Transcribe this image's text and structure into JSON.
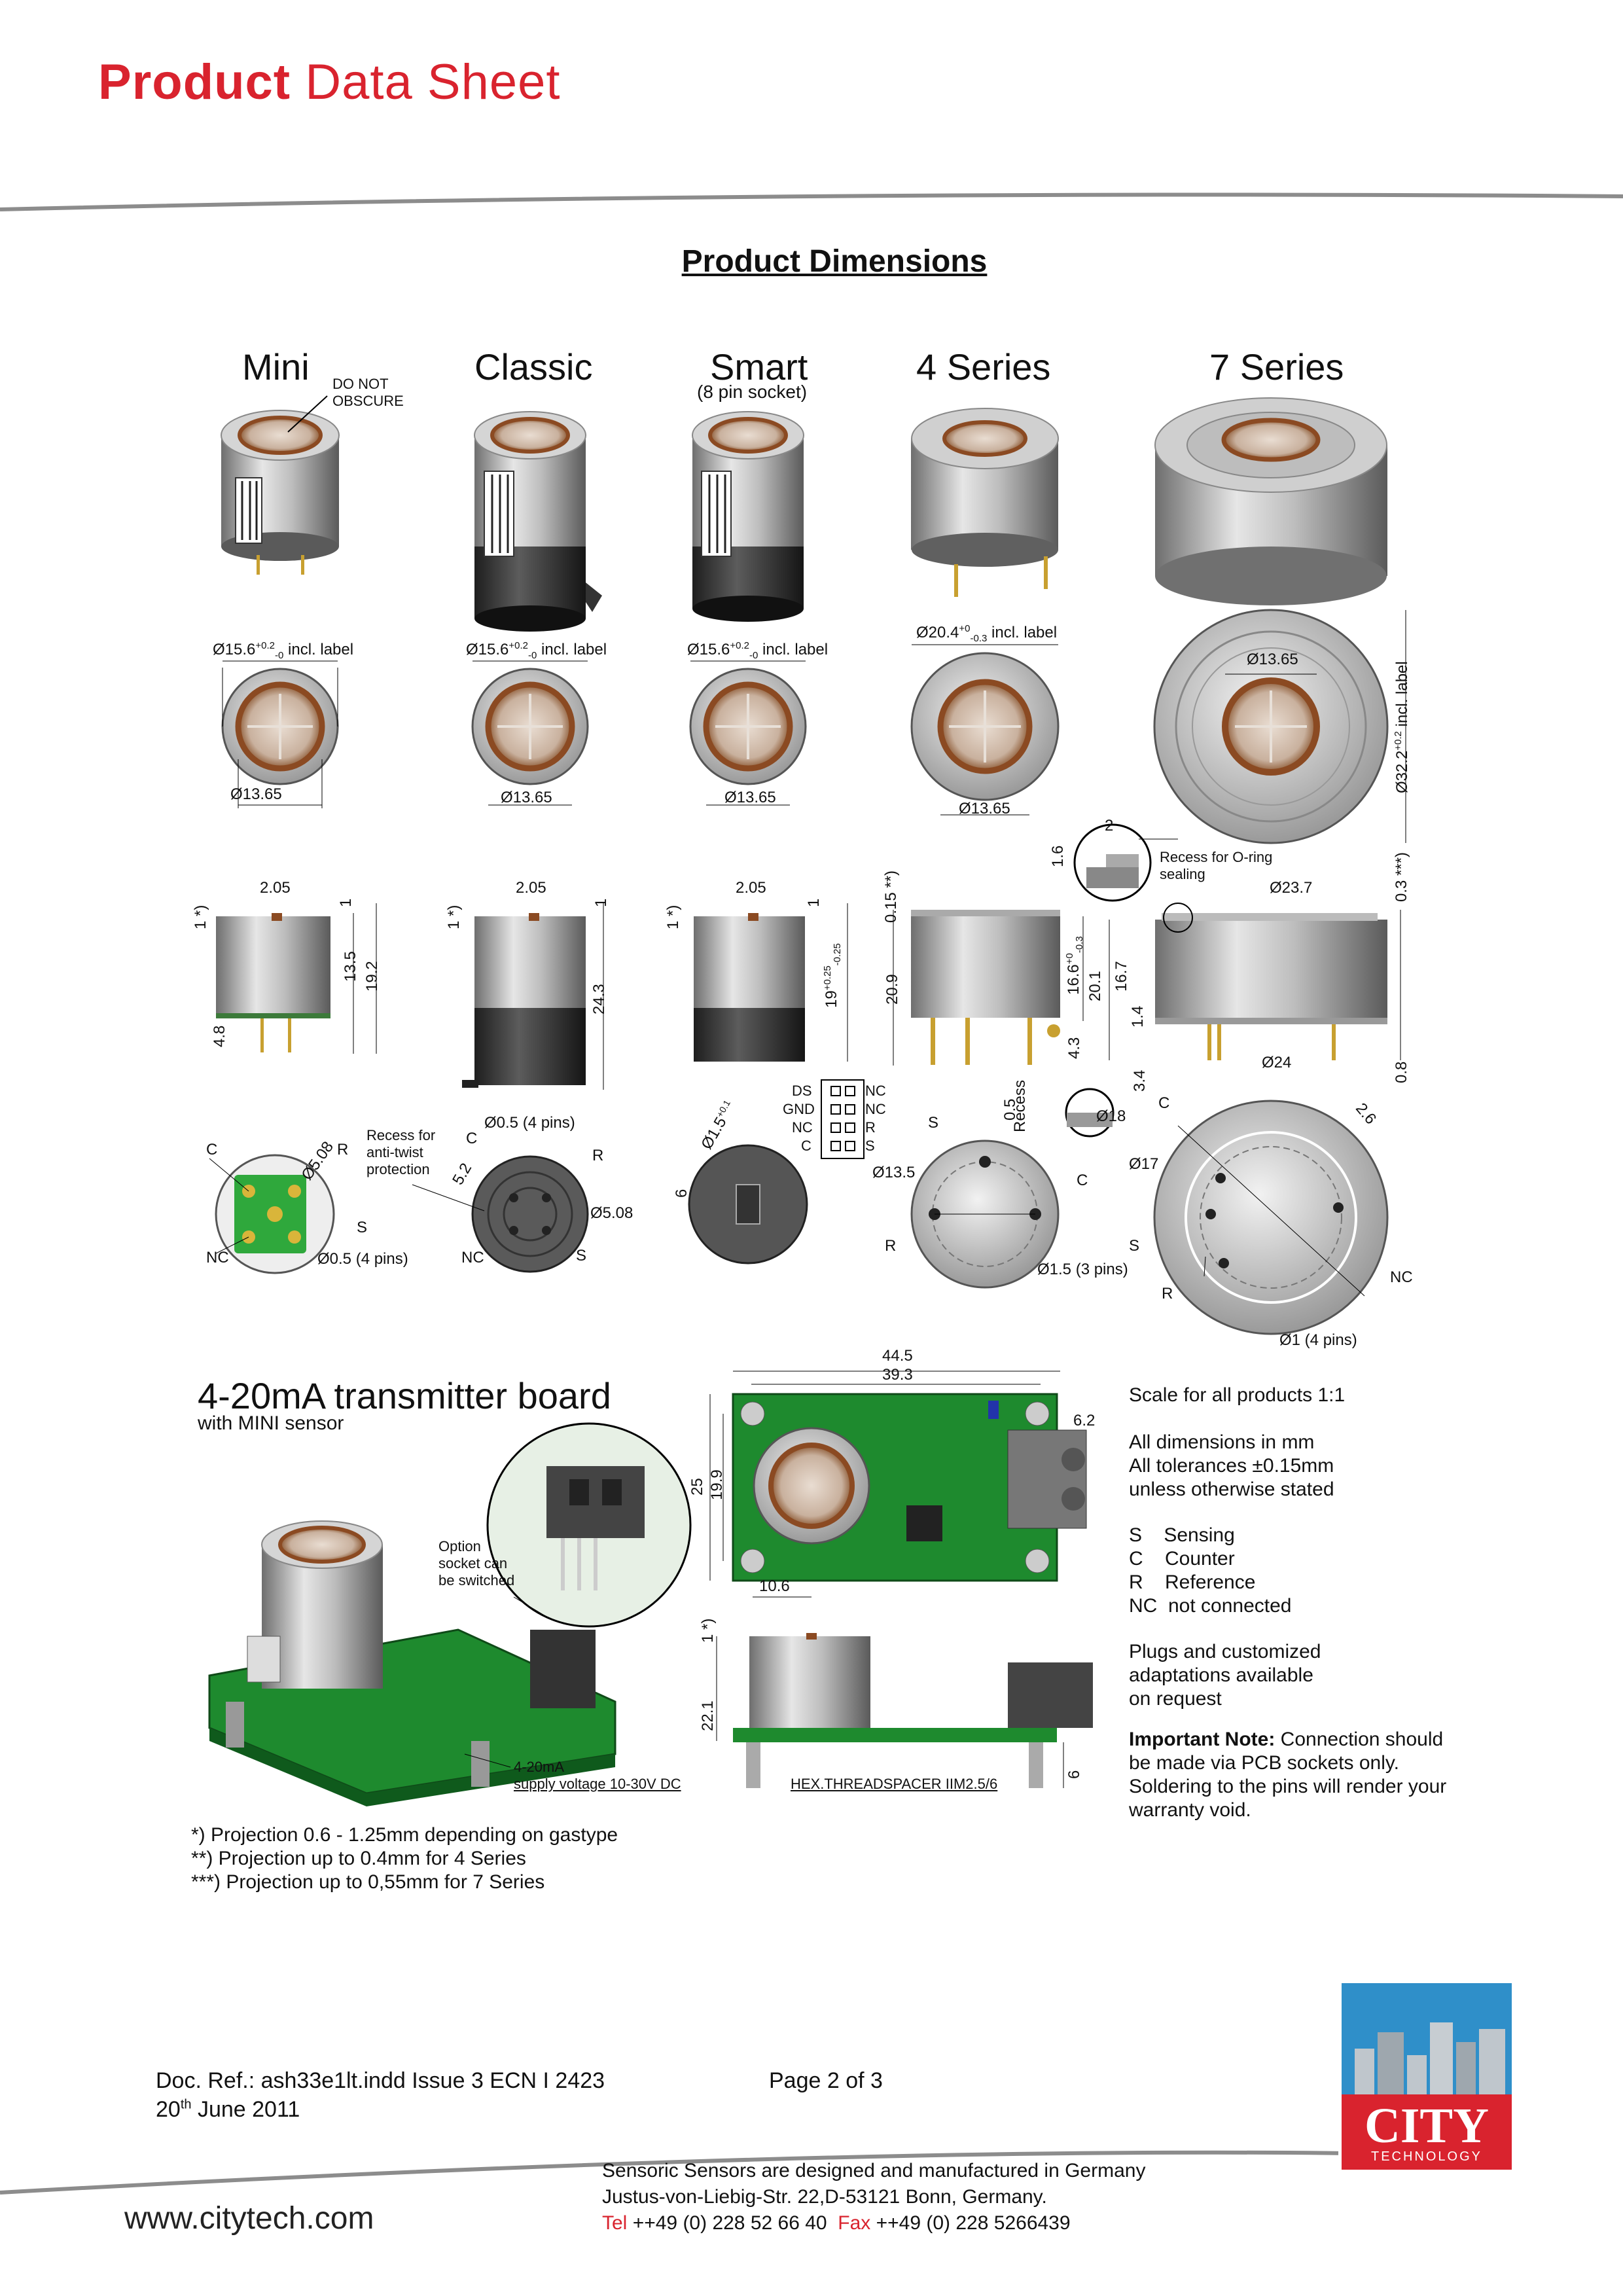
{
  "header": {
    "title_bold": "Product",
    "title_rest": "Data Sheet"
  },
  "section_title": "Product Dimensions",
  "columns": {
    "mini": "Mini",
    "mini_note_1": "DO NOT",
    "mini_note_2": "OBSCURE",
    "classic": "Classic",
    "smart": "Smart",
    "smart_sub": "(8 pin socket)",
    "four": "4 Series",
    "seven": "7 Series"
  },
  "top_view": {
    "d_label": "Ø15.6",
    "d_tol_up": "+0.2",
    "d_tol_dn": "-0",
    "incl": "incl. label",
    "d_inner": "Ø13.65",
    "four_d": "Ø20.4",
    "four_tol_up": "+0",
    "four_tol_dn": "-0.3",
    "seven_inner": "Ø13.65",
    "seven_outer": "Ø32.2",
    "seven_outer_tol": "+0.2",
    "seven_outer_incl": "incl. label"
  },
  "side_view": {
    "w205": "2.05",
    "one_star": "1 *)",
    "one": "1",
    "mini_h1": "13.5",
    "mini_h2": "19.2",
    "mini_pin": "4.8",
    "classic_h": "24.3",
    "smart_h": "19",
    "smart_tol_up": "+0.25",
    "smart_tol_dn": "-0.25",
    "four_top": "0.15 **)",
    "four_h1": "20.9",
    "four_h2": "16.6",
    "four_h2_tol_up": "+0",
    "four_h2_tol_dn": "-0.3",
    "four_pin": "4.3",
    "four_recess": "Recess",
    "four_recess_v": "0.5",
    "recess_w": "2",
    "recess_h": "1.6",
    "recess_note_1": "Recess for O-ring",
    "recess_note_2": "sealing",
    "seven_top": "0.3 ***)",
    "seven_d1": "Ø23.7",
    "seven_h1": "20.1",
    "seven_h2": "16.7",
    "seven_h3": "1.4",
    "seven_h4": "3.4",
    "seven_d2": "Ø24",
    "seven_pin": "0.8"
  },
  "bottom_view": {
    "c": "C",
    "r": "R",
    "s": "S",
    "nc": "NC",
    "mini_d508": "Ø5.08",
    "mini_pins": "Ø0.5 (4 pins)",
    "recess_1": "Recess for",
    "recess_2": "anti-twist",
    "recess_3": "protection",
    "classic_pins": "Ø0.5 (4 pins)",
    "classic_d508": "Ø5.08",
    "classic_52": "5.2",
    "smart_d15": "Ø1.5",
    "smart_d15_tol": "+0.1",
    "smart_6": "6",
    "ds": "DS",
    "gnd": "GND",
    "nc2": "NC",
    "c2": "C",
    "r2": "R",
    "s2": "S",
    "four_d135": "Ø13.5",
    "four_d18": "Ø18",
    "four_pins": "Ø1.5 (3 pins)",
    "seven_d17": "Ø17",
    "seven_26": "2.6",
    "seven_pins": "Ø1 (4 pins)"
  },
  "board": {
    "title": "4-20mA transmitter board",
    "subtitle": "with MINI sensor",
    "option_1": "Option",
    "option_2": "socket can",
    "option_3": "be switched",
    "supply_1": "4-20mA",
    "supply_2": "supply voltage 10-30V DC",
    "w445": "44.5",
    "w393": "39.3",
    "h25": "25",
    "h199": "19.9",
    "w62": "6.2",
    "w106": "10.6",
    "side_1": "1 *)",
    "side_221": "22.1",
    "side_6": "6",
    "spacer": "HEX.THREADSPACER IIM2.5/6"
  },
  "info": {
    "scale": "Scale for all products 1:1",
    "dims_1": "All dimensions in mm",
    "dims_2": "All tolerances ±0.15mm",
    "dims_3": "unless otherwise stated",
    "s": "S    Sensing",
    "c": "C    Counter",
    "r": "R    Reference",
    "nc": "NC  not connected",
    "plugs_1": "Plugs and customized",
    "plugs_2": "adaptations available",
    "plugs_3": "on request",
    "important_bold": "Important Note:",
    "important_rest": " Connection should",
    "important_2": "be made via PCB sockets only.",
    "important_3": "Soldering to the pins will render your",
    "important_4": "warranty void."
  },
  "footnotes": [
    "*) Projection 0.6 - 1.25mm depending on gastype",
    "**) Projection up to 0.4mm for 4 Series",
    "***) Projection up to 0,55mm for 7 Series"
  ],
  "footer": {
    "doc_ref": "Doc. Ref.: ash33e1lt.indd Issue 3  ECN I 2423",
    "page": "Page 2 of 3",
    "date_day": "20",
    "date_sup": "th",
    "date_rest": " June 2011",
    "website": "www.citytech.com",
    "company_1": "Sensoric Sensors are designed and manufactured in Germany",
    "company_2": "Justus-von-Liebig-Str. 22,D-53121 Bonn, Germany.",
    "tel_label": "Tel",
    "tel": " ++49 (0) 228 52 66 40  ",
    "fax_label": "Fax",
    "fax": " ++49 (0) 228 5266439",
    "logo_main": "CITY",
    "logo_sub": "TECHNOLOGY"
  },
  "colors": {
    "brand_red": "#d9232e",
    "rule_gray": "#8c8c8c",
    "copper": "#a0552b",
    "pcb_green": "#1e8a2e"
  }
}
